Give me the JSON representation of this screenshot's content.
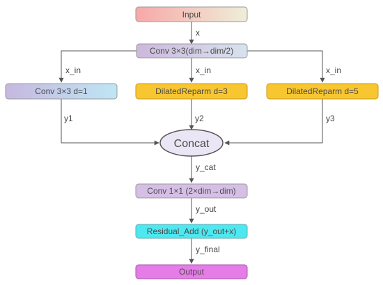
{
  "nodes": {
    "input": {
      "label": "Input",
      "fill_start": "#f7a8a8",
      "fill_end": "#eeeed8",
      "stroke": "#9a9a9a"
    },
    "conv_reduce": {
      "label": "Conv 3×3(dim→dim/2)",
      "fill_start": "#ccb8dc",
      "fill_end": "#d8e2ee",
      "stroke": "#9a9a9a"
    },
    "conv_d1": {
      "label": "Conv 3×3 d=1",
      "fill_start": "#c6b8e0",
      "fill_end": "#bfe6f4",
      "stroke": "#9a9a9a"
    },
    "dilated_d3": {
      "label": "DilatedReparm d=3",
      "fill_start": "#f8c630",
      "fill_end": "#f8c630",
      "stroke": "#c99a1a"
    },
    "dilated_d5": {
      "label": "DilatedReparm d=5",
      "fill_start": "#f8c630",
      "fill_end": "#f8c630",
      "stroke": "#c99a1a"
    },
    "concat": {
      "label": "Concat",
      "fill_start": "#ebe6f5",
      "fill_end": "#ebe6f5",
      "stroke": "#555555"
    },
    "conv_1x1": {
      "label": "Conv 1×1 (2×dim→dim)",
      "fill_start": "#d6bfe6",
      "fill_end": "#d6bfe6",
      "stroke": "#9a9a9a"
    },
    "residual_add": {
      "label": "Residual_Add (y_out+x)",
      "fill_start": "#4ee8f0",
      "fill_end": "#4ee8f0",
      "stroke": "#6aa8b0"
    },
    "output": {
      "label": "Output",
      "fill_start": "#e67ce8",
      "fill_end": "#e67ce8",
      "stroke": "#a85aa8"
    }
  },
  "edges": {
    "x": "x",
    "x_in_left": "x_in",
    "x_in_mid": "x_in",
    "x_in_right": "x_in",
    "y1": "y1",
    "y2": "y2",
    "y3": "y3",
    "y_cat": "y_cat",
    "y_out": "y_out",
    "y_final": "y_final"
  },
  "colors": {
    "edge": "#555555"
  }
}
